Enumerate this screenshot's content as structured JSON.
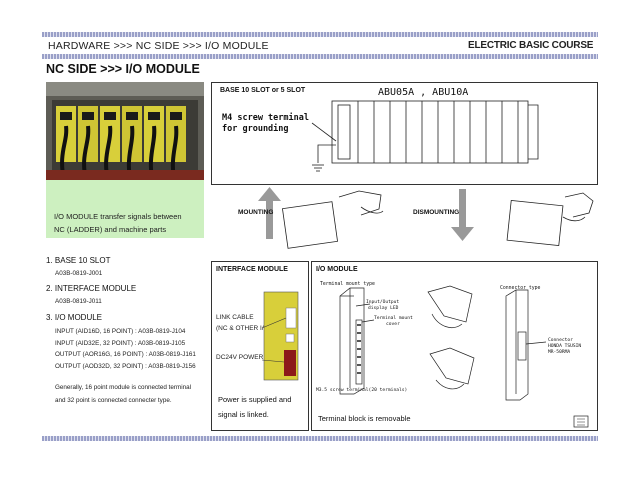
{
  "header": {
    "breadcrumb": "HARDWARE >>> NC SIDE >>> I/O MODULE",
    "course": "ELECTRIC BASIC COURSE"
  },
  "page_title": "NC SIDE >>> I/O MODULE",
  "photo_caption": {
    "line1": "I/O MODULE transfer signals between",
    "line2": "NC (LADDER) and machine parts"
  },
  "base_panel": {
    "title": "BASE 10 SLOT or 5 SLOT",
    "model_label": "ABU05A , ABU10A",
    "callout_line1": "M4 screw terminal",
    "callout_line2": "for grounding"
  },
  "mounting_label": "MOUNTING",
  "dismounting_label": "DISMOUNTING",
  "list": {
    "items": [
      {
        "label": "1. BASE 10 SLOT",
        "subs": [
          "A03B-0819-J001"
        ]
      },
      {
        "label": "2. INTERFACE MODULE",
        "subs": [
          "A03B-0819-J011"
        ]
      },
      {
        "label": "3. I/O MODULE",
        "subs": [
          "INPUT (AID16D, 16 POINT) : A03B-0819-J104",
          "INPUT (AID32E, 32 POINT) : A03B-0819-J105",
          "OUTPUT (AOR16G, 16 POINT) : A03B-0819-J161",
          "OUTPUT (AOD32D, 32 POINT) : A03B-0819-J156"
        ]
      }
    ],
    "note_line1": "Generally, 16 point module is connected terminal",
    "note_line2": "and 32 point is connected connecter type."
  },
  "interface_panel": {
    "title": "INTERFACE MODULE",
    "link_cable_1": "LINK CABLE",
    "link_cable_2": "(NC & OTHER I/O)",
    "power_label": "DC24V POWER",
    "caption_1": "Power is supplied and",
    "caption_2": "signal is linked."
  },
  "io_panel": {
    "title": "I/O MODULE",
    "terminal_mount": "Terminal mount type",
    "connector_type": "Connector type",
    "io_display_1": "Input/Output",
    "io_display_2": "display LED",
    "terminal_cover_1": "Terminal mount",
    "terminal_cover_2": "cover",
    "screw_terminal": "M3.5 screw terminal(20 terminals)",
    "connector_1": "Connector",
    "connector_2": "HONDA TSUSIN",
    "connector_3": "MR-50RMA",
    "caption": "Terminal block is removable"
  },
  "colors": {
    "green_box": "#cdf0c0",
    "module_yellow": "#d8cf3a",
    "module_dark_red": "#8c1a1a"
  }
}
